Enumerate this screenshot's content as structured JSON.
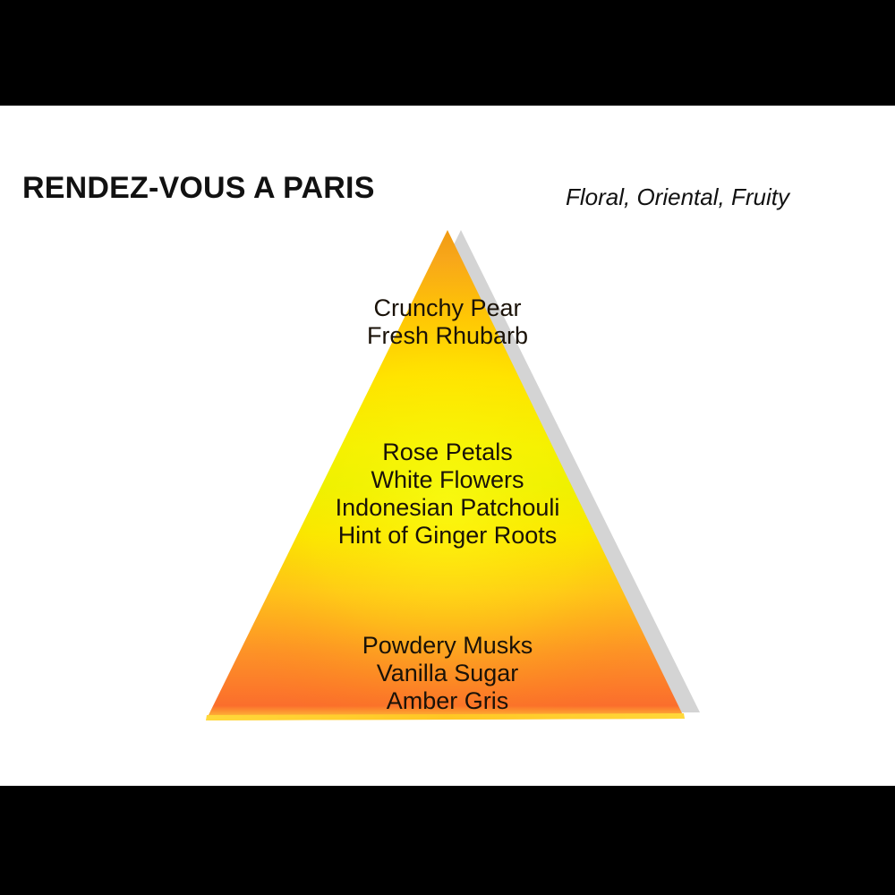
{
  "slide": {
    "title": "RENDEZ-VOUS A PARIS",
    "subtitle": "Floral, Oriental, Fruity",
    "background_color": "#FFFFFF",
    "letterbox_color": "#000000"
  },
  "pyramid": {
    "shadow_color": "#D4D4D4",
    "gradient": {
      "apex_color": "#F5A623",
      "upper_mid_color": "#FFD400",
      "center_color": "#EFEF00",
      "lower_mid_color": "#FFC800",
      "base_color": "#FB7A2A",
      "base_edge_color": "#FFD83A"
    },
    "levels": [
      {
        "name": "top-notes",
        "notes": [
          "Crunchy Pear",
          "Fresh Rhubarb"
        ]
      },
      {
        "name": "heart-notes",
        "notes": [
          "Rose Petals",
          "White Flowers",
          "Indonesian Patchouli",
          "Hint of Ginger Roots"
        ]
      },
      {
        "name": "base-notes",
        "notes": [
          "Powdery Musks",
          "Vanilla Sugar",
          "Amber Gris"
        ]
      }
    ]
  }
}
